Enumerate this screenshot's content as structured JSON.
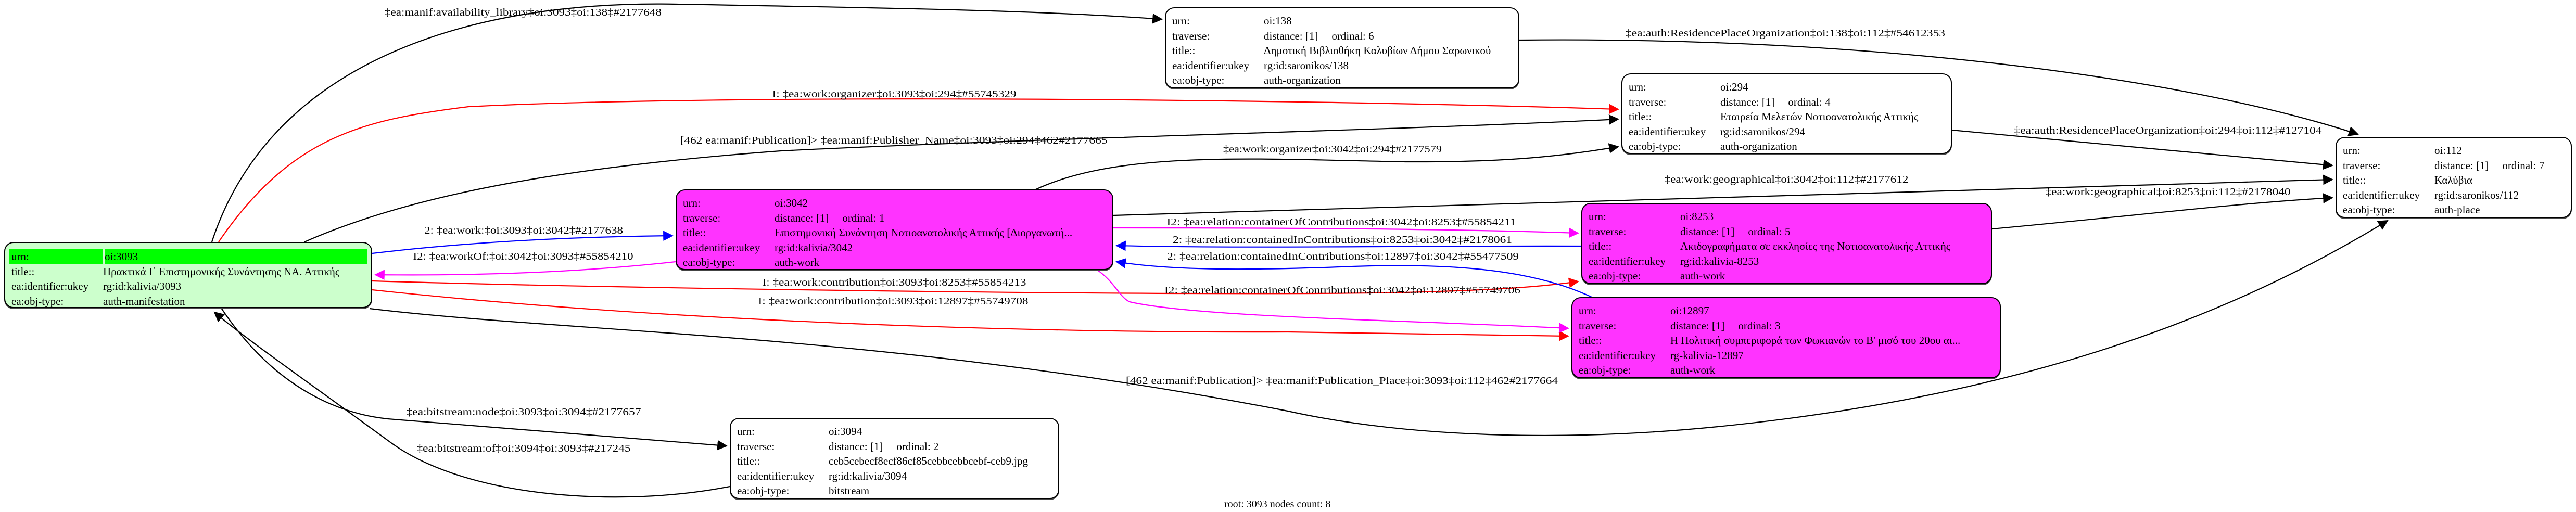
{
  "colors": {
    "manifestation_header": "#00ff00",
    "manifestation_body": "#ccffcc",
    "work": "#ff33ff",
    "default": "#ffffff",
    "edge_black": "#000000",
    "edge_red": "#ff0000",
    "edge_blue": "#0000ff",
    "edge_magenta": "#ff00ff"
  },
  "nodes": [
    {
      "id": "3093",
      "type": "manifestation",
      "rows": [
        [
          "urn:",
          "oi:3093"
        ],
        [
          "title::",
          "Πρακτικά Ι΄ Επιστημονικής Συνάντησης ΝΑ. Αττικής"
        ],
        [
          "ea:identifier:ukey",
          "rg:id:kalivia/3093"
        ],
        [
          "ea:obj-type:",
          "auth-manifestation"
        ]
      ]
    },
    {
      "id": "138",
      "type": "default",
      "rows": [
        [
          "urn:",
          "oi:138"
        ],
        [
          "traverse:",
          "distance: [1]",
          "ordinal: 6"
        ],
        [
          "title::",
          "Δημοτική Βιβλιοθήκη Καλυβίων Δήμου Σαρωνικού"
        ],
        [
          "ea:identifier:ukey",
          "rg:id:saronikos/138"
        ],
        [
          "ea:obj-type:",
          "auth-organization"
        ]
      ]
    },
    {
      "id": "294",
      "type": "default",
      "rows": [
        [
          "urn:",
          "oi:294"
        ],
        [
          "traverse:",
          "distance: [1]",
          "ordinal: 4"
        ],
        [
          "title::",
          "Εταιρεία Μελετών Νοτιοανατολικής Αττικής"
        ],
        [
          "ea:identifier:ukey",
          "rg:id:saronikos/294"
        ],
        [
          "ea:obj-type:",
          "auth-organization"
        ]
      ]
    },
    {
      "id": "112",
      "type": "default",
      "rows": [
        [
          "urn:",
          "oi:112"
        ],
        [
          "traverse:",
          "distance: [1]",
          "ordinal: 7"
        ],
        [
          "title::",
          "Καλύβια"
        ],
        [
          "ea:identifier:ukey",
          "rg:id:saronikos/112"
        ],
        [
          "ea:obj-type:",
          "auth-place"
        ]
      ]
    },
    {
      "id": "3042",
      "type": "work",
      "rows": [
        [
          "urn:",
          "oi:3042"
        ],
        [
          "traverse:",
          "distance: [1]",
          "ordinal: 1"
        ],
        [
          "title::",
          "Επιστημονική Συνάντηση Νοτιοανατολικής Αττικής [Διοργανωτή..."
        ],
        [
          "ea:identifier:ukey",
          "rg:id:kalivia/3042"
        ],
        [
          "ea:obj-type:",
          "auth-work"
        ]
      ]
    },
    {
      "id": "8253",
      "type": "work",
      "rows": [
        [
          "urn:",
          "oi:8253"
        ],
        [
          "traverse:",
          "distance: [1]",
          "ordinal: 5"
        ],
        [
          "title::",
          "Ακιδογραφήματα σε εκκλησίες της Νοτιοανατολικής Αττικής"
        ],
        [
          "ea:identifier:ukey",
          "rg:id:kalivia-8253"
        ],
        [
          "ea:obj-type:",
          "auth-work"
        ]
      ]
    },
    {
      "id": "12897",
      "type": "work",
      "rows": [
        [
          "urn:",
          "oi:12897"
        ],
        [
          "traverse:",
          "distance: [1]",
          "ordinal: 3"
        ],
        [
          "title::",
          "Η Πολιτική συμπεριφορά των Φωκιανών το Β' μισό του 20ου αι..."
        ],
        [
          "ea:identifier:ukey",
          "rg-kalivia-12897"
        ],
        [
          "ea:obj-type:",
          "auth-work"
        ]
      ]
    },
    {
      "id": "3094",
      "type": "default",
      "rows": [
        [
          "urn:",
          "oi:3094"
        ],
        [
          "traverse:",
          "distance: [1]",
          "ordinal: 2"
        ],
        [
          "title::",
          "ceb5cebecf8ecf86cf85cebbcebbcebf-ceb9.jpg"
        ],
        [
          "ea:identifier:ukey",
          "rg:id:kalivia/3094"
        ],
        [
          "ea:obj-type:",
          "bitstream"
        ]
      ]
    }
  ],
  "edges": [
    {
      "from": "3093",
      "to": "138",
      "color": "black",
      "label": "‡ea:manif:availability_library‡oi:3093‡oi:138‡#2177648"
    },
    {
      "from": "3093",
      "to": "294",
      "color": "red",
      "label": "I: ‡ea:work:organizer‡oi:3093‡oi:294‡#55745329"
    },
    {
      "from": "3093",
      "to": "294",
      "color": "black",
      "label": "[462 ea:manif:Publication]> ‡ea:manif:Publisher_Name‡oi:3093‡oi:294‡462#2177665"
    },
    {
      "from": "3042",
      "to": "294",
      "color": "black",
      "label": "‡ea:work:organizer‡oi:3042‡oi:294‡#2177579"
    },
    {
      "from": "3093",
      "to": "3042",
      "color": "blue",
      "label": "2: ‡ea:work:‡oi:3093‡oi:3042‡#2177638"
    },
    {
      "from": "3042",
      "to": "3093",
      "color": "magenta",
      "label": "I2: ‡ea:workOf:‡oi:3042‡oi:3093‡#55854210"
    },
    {
      "from": "3093",
      "to": "8253",
      "color": "red",
      "label": "I: ‡ea:work:contribution‡oi:3093‡oi:8253‡#55854213"
    },
    {
      "from": "3093",
      "to": "12897",
      "color": "red",
      "label": "I: ‡ea:work:contribution‡oi:3093‡oi:12897‡#55749708"
    },
    {
      "from": "3042",
      "to": "8253",
      "color": "magenta",
      "label": "I2: ‡ea:relation:containerOfContributions‡oi:3042‡oi:8253‡#55854211"
    },
    {
      "from": "8253",
      "to": "3042",
      "color": "blue",
      "label": "2: ‡ea:relation:containedInContributions‡oi:8253‡oi:3042‡#2178061"
    },
    {
      "from": "12897",
      "to": "3042",
      "color": "blue",
      "label": "2: ‡ea:relation:containedInContributions‡oi:12897‡oi:3042‡#55477509"
    },
    {
      "from": "3042",
      "to": "12897",
      "color": "magenta",
      "label": "I2: ‡ea:relation:containerOfContributions‡oi:3042‡oi:12897‡#55749706"
    },
    {
      "from": "3093",
      "to": "112",
      "color": "black",
      "label": "[462 ea:manif:Publication]> ‡ea:manif:Publication_Place‡oi:3093‡oi:112‡462#2177664"
    },
    {
      "from": "138",
      "to": "112",
      "color": "black",
      "label": "‡ea:auth:ResidencePlaceOrganization‡oi:138‡oi:112‡#54612353"
    },
    {
      "from": "294",
      "to": "112",
      "color": "black",
      "label": "‡ea:auth:ResidencePlaceOrganization‡oi:294‡oi:112‡#127104"
    },
    {
      "from": "3042",
      "to": "112",
      "color": "black",
      "label": "‡ea:work:geographical‡oi:3042‡oi:112‡#2177612"
    },
    {
      "from": "8253",
      "to": "112",
      "color": "black",
      "label": "‡ea:work:geographical‡oi:8253‡oi:112‡#2178040"
    },
    {
      "from": "3093",
      "to": "3094",
      "color": "black",
      "label": "‡ea:bitstream:node‡oi:3093‡oi:3094‡#2177657"
    },
    {
      "from": "3094",
      "to": "3093",
      "color": "black",
      "label": "‡ea:bitstream:of‡oi:3094‡oi:3093‡#217245"
    }
  ],
  "footer": "root: 3093 nodes count: 8"
}
